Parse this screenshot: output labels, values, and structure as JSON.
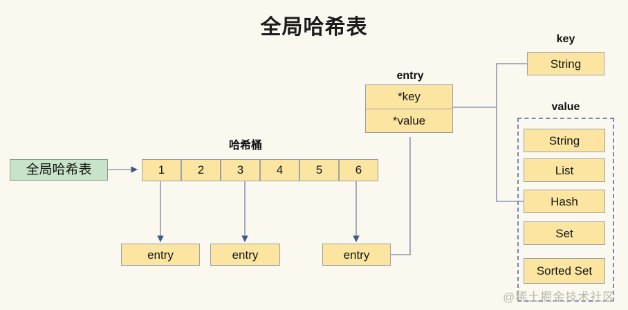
{
  "page": {
    "title": "全局哈希表",
    "background_color": "#faf8ef",
    "watermark": "@稀土掘金技术社区"
  },
  "colors": {
    "node_fill": "#fbe5a0",
    "node_border": "#9aa0a6",
    "green_fill": "#c7e4c9",
    "wire": "#8f96b3",
    "dashed_border": "#7a86b8",
    "text": "#171717"
  },
  "root": {
    "label": "全局哈希表"
  },
  "bucket": {
    "label": "哈希桶",
    "cells": [
      "1",
      "2",
      "3",
      "4",
      "5",
      "6"
    ]
  },
  "entries": [
    {
      "label": "entry"
    },
    {
      "label": "entry"
    },
    {
      "label": "entry"
    }
  ],
  "entry_detail": {
    "label": "entry",
    "fields": [
      "*key",
      "*value"
    ]
  },
  "key_group": {
    "label": "key",
    "items": [
      "String"
    ]
  },
  "value_group": {
    "label": "value",
    "items": [
      "String",
      "List",
      "Hash",
      "Set",
      "Sorted Set"
    ]
  }
}
